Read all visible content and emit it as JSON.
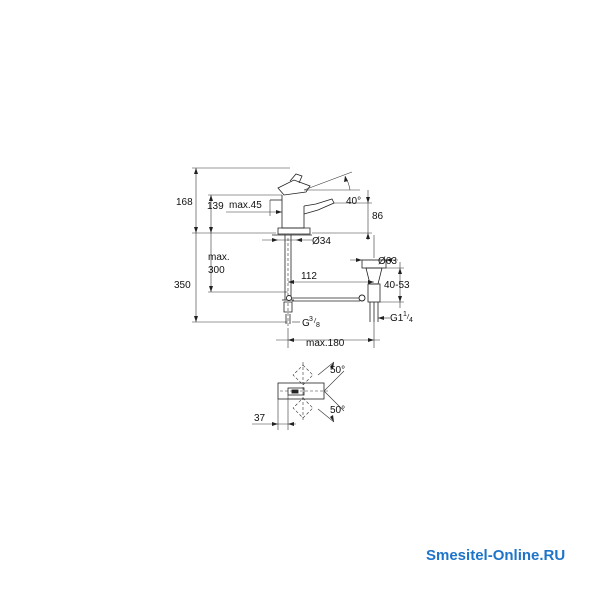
{
  "dimensions": {
    "d168": "168",
    "d139": "139",
    "max45": "max.45",
    "angle40": "40°",
    "d86": "86",
    "dia34": "Ø34",
    "max_label": "max.",
    "d300": "300",
    "d350": "350",
    "d112": "112",
    "dia63": "Ø63",
    "d40_53": "40-53",
    "g38_main": "G",
    "g38_num": "3",
    "g38_den": "8",
    "g114_main": "G1",
    "g114_num": "1",
    "g114_den": "4",
    "max180": "max.180",
    "angle50_top": "50°",
    "angle50_bottom": "50°",
    "d37": "37"
  },
  "watermark": "Smesitel-Online.RU",
  "colors": {
    "line": "#222222",
    "watermark": "#1e74c9",
    "background": "#ffffff"
  }
}
